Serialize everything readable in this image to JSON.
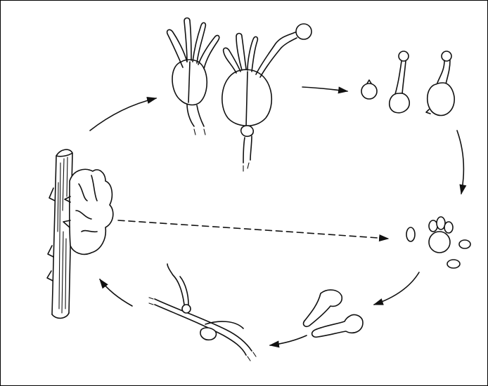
{
  "figure": {
    "kind": "life-cycle-illustration",
    "line_color": "#111111",
    "background_color": "#ffffff",
    "border_color": "#000000",
    "stages": [
      "host-stem-with-fruiting-body",
      "sporangiophores-with-sporangia",
      "detached-sporangia",
      "zoospores-release",
      "germinating-cysts",
      "host-infection"
    ],
    "arrows": [
      "arrow-to-sporangiophores",
      "arrow-to-detached-sporangia",
      "arrow-to-zoospores",
      "arrow-to-germinating-cysts",
      "arrow-to-infection",
      "arrow-to-host-stem",
      "dashed-arrow-host-to-zoospores"
    ]
  }
}
